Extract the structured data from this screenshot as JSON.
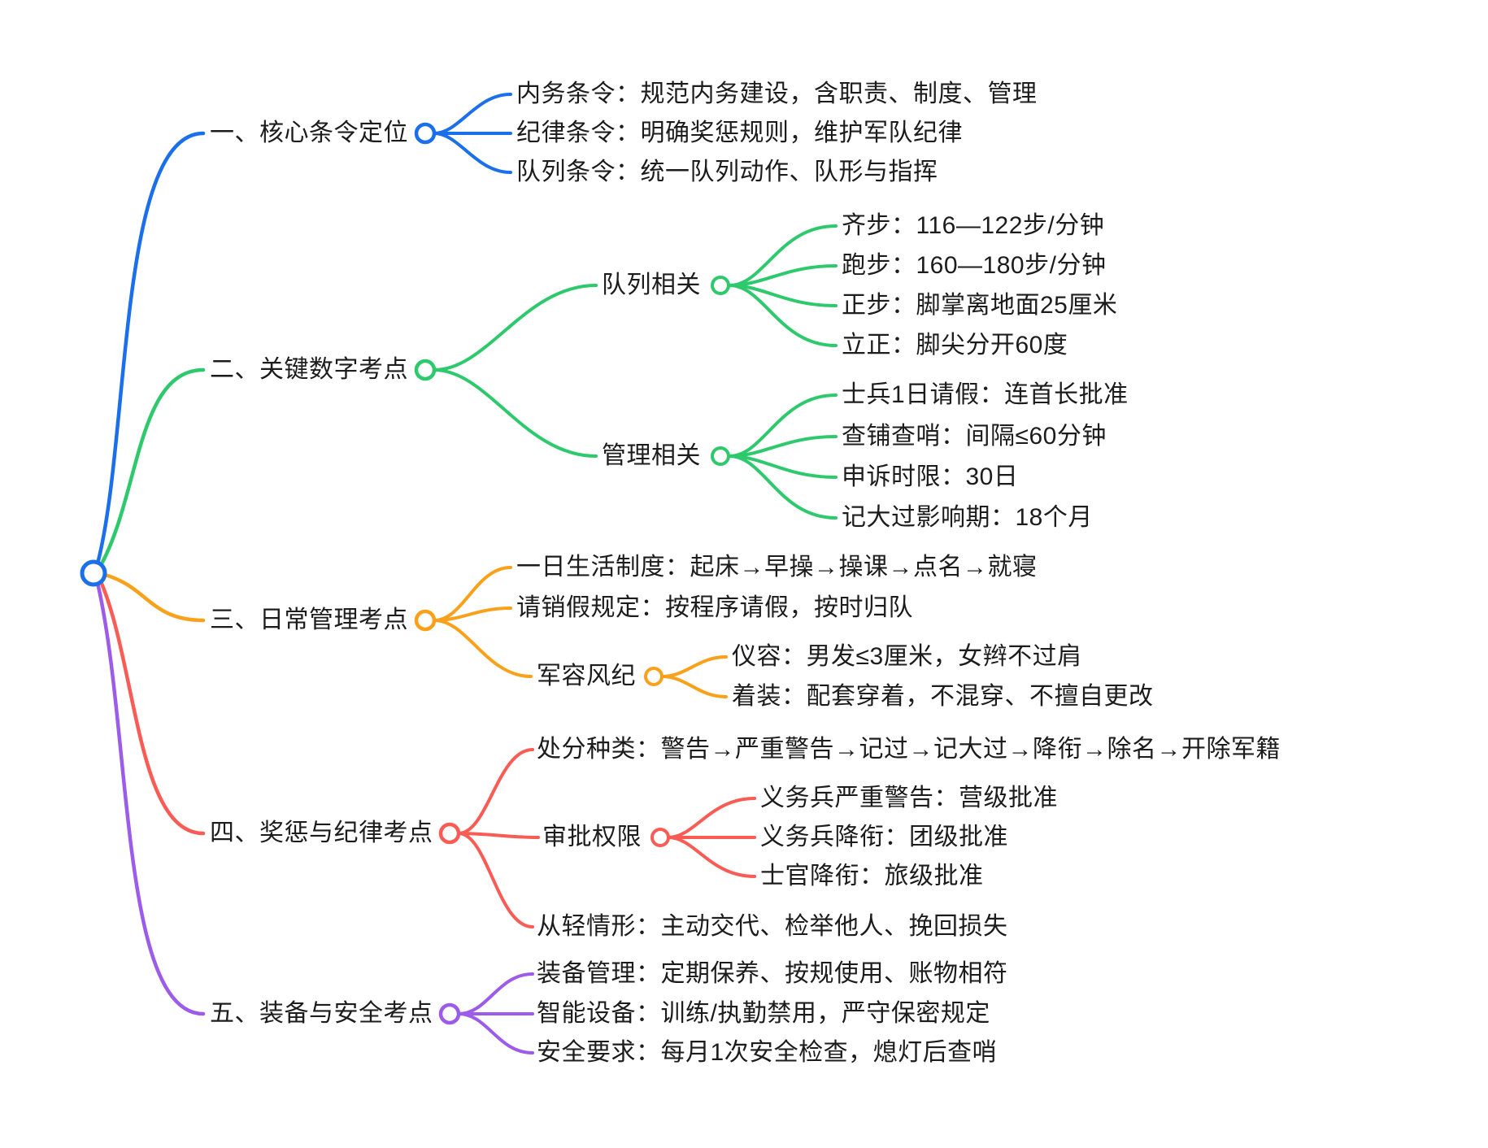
{
  "mindmap": {
    "root": {
      "color": "#1B6FEB"
    },
    "branches": [
      {
        "label": "一、核心条令定位",
        "color": "#1B6FEB",
        "children": [
          {
            "label": "内务条令：规范内务建设，含职责、制度、管理"
          },
          {
            "label": "纪律条令：明确奖惩规则，维护军队纪律"
          },
          {
            "label": "队列条令：统一队列动作、队形与指挥"
          }
        ]
      },
      {
        "label": "二、关键数字考点",
        "color": "#2EC96D",
        "children": [
          {
            "label": "队列相关",
            "children": [
              {
                "label": "齐步：116—122步/分钟"
              },
              {
                "label": "跑步：160—180步/分钟"
              },
              {
                "label": "正步：脚掌离地面25厘米"
              },
              {
                "label": "立正：脚尖分开60度"
              }
            ]
          },
          {
            "label": "管理相关",
            "children": [
              {
                "label": "士兵1日请假：连首长批准"
              },
              {
                "label": "查铺查哨：间隔≤60分钟"
              },
              {
                "label": "申诉时限：30日"
              },
              {
                "label": "记大过影响期：18个月"
              }
            ]
          }
        ]
      },
      {
        "label": "三、日常管理考点",
        "color": "#F9A11A",
        "children": [
          {
            "label": "一日生活制度：起床→早操→操课→点名→就寝"
          },
          {
            "label": "请销假规定：按程序请假，按时归队"
          },
          {
            "label": "军容风纪",
            "children": [
              {
                "label": "仪容：男发≤3厘米，女辫不过肩"
              },
              {
                "label": "着装：配套穿着，不混穿、不擅自更改"
              }
            ]
          }
        ]
      },
      {
        "label": "四、奖惩与纪律考点",
        "color": "#F95B55",
        "children": [
          {
            "label": "处分种类：警告→严重警告→记过→记大过→降衔→除名→开除军籍"
          },
          {
            "label": "审批权限",
            "children": [
              {
                "label": "义务兵严重警告：营级批准"
              },
              {
                "label": "义务兵降衔：团级批准"
              },
              {
                "label": "士官降衔：旅级批准"
              }
            ]
          },
          {
            "label": "从轻情形：主动交代、检举他人、挽回损失"
          }
        ]
      },
      {
        "label": "五、装备与安全考点",
        "color": "#9C5BE8",
        "children": [
          {
            "label": "装备管理：定期保养、按规使用、账物相符"
          },
          {
            "label": "智能设备：训练/执勤禁用，严守保密规定"
          },
          {
            "label": "安全要求：每月1次安全检查，熄灯后查哨"
          }
        ]
      }
    ]
  }
}
